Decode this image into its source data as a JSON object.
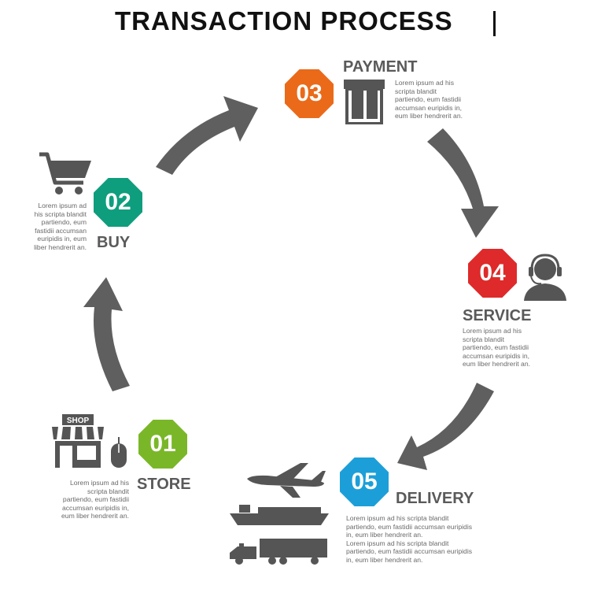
{
  "title": "TRANSACTION PROCESS",
  "colors": {
    "store": "#7ab728",
    "buy": "#0e9e7d",
    "payment": "#ea6a1a",
    "service": "#de2a2a",
    "delivery": "#1c9fd8",
    "arrow": "#5f5f5f",
    "icon": "#555555"
  },
  "steps": {
    "store": {
      "number": "01",
      "label": "STORE",
      "icon_text": "SHOP",
      "desc": [
        "Lorem ipsum ad his",
        "scripta blandit",
        "partiendo, eum fastidii",
        "accumsan euripidis in,",
        "eum liber hendrerit an."
      ]
    },
    "buy": {
      "number": "02",
      "label": "BUY",
      "desc": [
        "Lorem ipsum ad",
        "his scripta blandit",
        "partiendo, eum",
        "fastidii accumsan",
        "euripidis in, eum",
        "liber hendrerit an."
      ]
    },
    "payment": {
      "number": "03",
      "label": "PAYMENT",
      "desc": [
        "Lorem ipsum ad his",
        "scripta blandit",
        "partiendo, eum fastidii",
        "accumsan euripidis in,",
        "eum liber hendrerit an."
      ]
    },
    "service": {
      "number": "04",
      "label": "SERVICE",
      "desc": [
        "Lorem ipsum ad his",
        "scripta blandit",
        "partiendo, eum fastidii",
        "accumsan euripidis in,",
        "eum liber hendrerit an."
      ]
    },
    "delivery": {
      "number": "05",
      "label": "DELIVERY",
      "desc": [
        "Lorem ipsum ad his scripta blandit",
        "partiendo, eum fastidii accumsan euripidis",
        "in, eum liber hendrerit an.",
        "Lorem ipsum ad his scripta blandit",
        "partiendo, eum fastidii accumsan euripidis",
        "in, eum liber hendrerit an."
      ]
    }
  }
}
